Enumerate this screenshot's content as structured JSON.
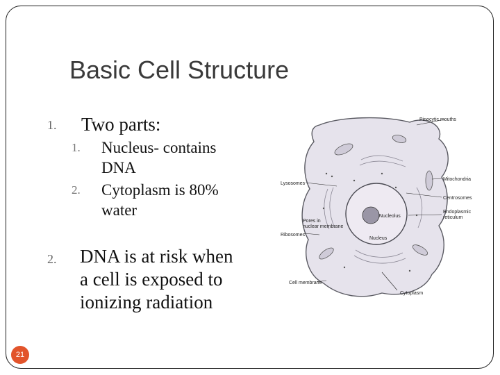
{
  "slide": {
    "title": "Basic Cell Structure",
    "page_number": "21",
    "items": [
      {
        "num": "1.",
        "text": "Two parts:",
        "subitems": [
          {
            "num": "1.",
            "line1": "Nucleus- contains",
            "line2": "DNA"
          },
          {
            "num": "2.",
            "line1": "Cytoplasm is 80%",
            "line2": "water"
          }
        ]
      },
      {
        "num": "2.",
        "line1": "DNA is at risk when",
        "line2": "a cell is exposed to",
        "line3": "ionizing radiation"
      }
    ]
  },
  "diagram": {
    "labels": {
      "pinocytic_mouths": "Pinocytic mouths",
      "lysosomes": "Lysosomes",
      "mitochondria": "Mitochondria",
      "centrosomes": "Centrosomes",
      "endoplasmic_1": "Endoplasmic",
      "endoplasmic_2": "reticulum",
      "pores_1": "Pores in",
      "pores_2": "nuclear membrane",
      "nucleolus": "Nucleolus",
      "ribosomes": "Ribosomes",
      "nucleus": "Nucleus",
      "cell_membrane": "Cell membrane",
      "cytoplasm": "Cytoplasm"
    }
  }
}
